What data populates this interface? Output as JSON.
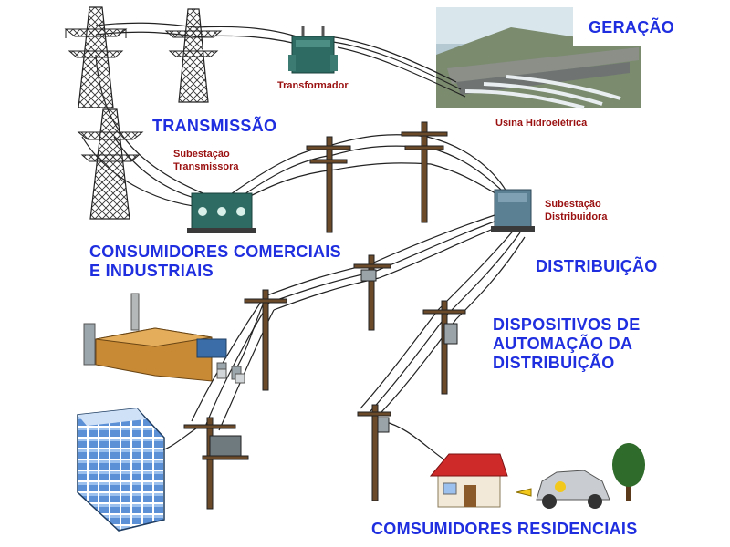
{
  "labels": {
    "geracao": "GERAÇÃO",
    "transformador": "Transformador",
    "usina": "Usina Hidroelétrica",
    "transmissao": "TRANSMISSÃO",
    "subestacao_transmissora": "Subestação\nTransmissora",
    "subestacao_distribuidora": "Subestação\nDistribuidora",
    "consumidores_comerciais": "CONSUMIDORES COMERCIAIS\nE INDUSTRIAIS",
    "distribuicao": "DISTRIBUIÇÃO",
    "dispositivos": "DISPOSITIVOS DE\nAUTOMAÇÃO DA\nDISTRIBUIÇÃO",
    "residenciais": "COMSUMIDORES RESIDENCIAIS"
  },
  "colors": {
    "label_blue": "#1f2fe0",
    "label_red": "#9a1010",
    "wire": "#222222",
    "pole": "#6b4a2a",
    "transformer": "#2e6b63"
  }
}
